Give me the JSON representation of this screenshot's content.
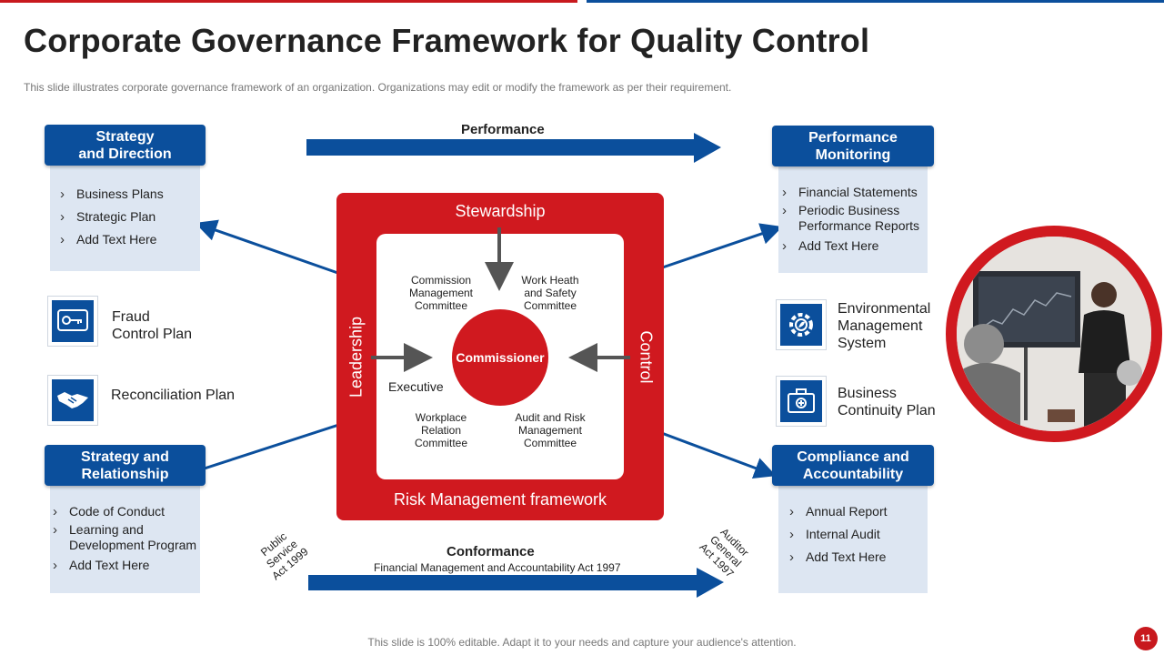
{
  "title": "Corporate Governance Framework for Quality Control",
  "subtitle": "This slide illustrates corporate governance  framework  of an organization. Organizations  may edit or modify the framework  as per their requirement.",
  "colors": {
    "red": "#c8191e",
    "blue": "#0b4f9c",
    "panel": "#dde6f2"
  },
  "left": {
    "strategy_direction": {
      "title": "Strategy\nand Direction",
      "items": [
        "Business Plans",
        "Strategic Plan",
        "Add Text Here"
      ]
    },
    "fraud": {
      "icon": "key-card-icon",
      "label": "Fraud\nControl Plan"
    },
    "reconciliation": {
      "icon": "handshake-icon",
      "label": "Reconciliation Plan"
    },
    "strategy_relationship": {
      "title": "Strategy and\nRelationship",
      "items": [
        "Code of Conduct",
        "Learning and\nDevelopment Program",
        "Add Text Here"
      ]
    }
  },
  "right": {
    "performance_monitoring": {
      "title": "Performance\nMonitoring",
      "items": [
        "Financial Statements",
        "Periodic Business\nPerformance Reports",
        "Add Text Here"
      ]
    },
    "environmental": {
      "icon": "gear-leaf-icon",
      "label": "Environmental\nManagement\nSystem"
    },
    "business_continuity": {
      "icon": "first-aid-kit-icon",
      "label": "Business\nContinuity  Plan"
    },
    "compliance": {
      "title": "Compliance and\nAccountability",
      "items": [
        "Annual Report",
        "Internal Audit",
        "Add Text  Here"
      ]
    }
  },
  "performance_label": "Performance",
  "conformance_label": "Conformance",
  "conformance_sub": "Financial Management and Accountability Act  1997",
  "public_service": "Public\nService\nAct 1999",
  "auditor_general": "Auditor\nGeneral\nAct 1997",
  "center": {
    "top": "Stewardship",
    "bottom": "Risk Management framework",
    "left": "Leadership",
    "right": "Control",
    "commissioner": "Commissioner",
    "executive": "Executive",
    "committees": {
      "commission_mgmt": "Commission\nManagement\nCommittee",
      "whs": "Work  Heath\nand Safety\nCommittee",
      "workplace": "Workplace\nRelation\nCommittee",
      "audit_risk": "Audit and Risk\nManagement\nCommittee"
    }
  },
  "footer": "This slide is 100% editable. Adapt it to your needs and capture your audience's attention.",
  "page_number": "11"
}
